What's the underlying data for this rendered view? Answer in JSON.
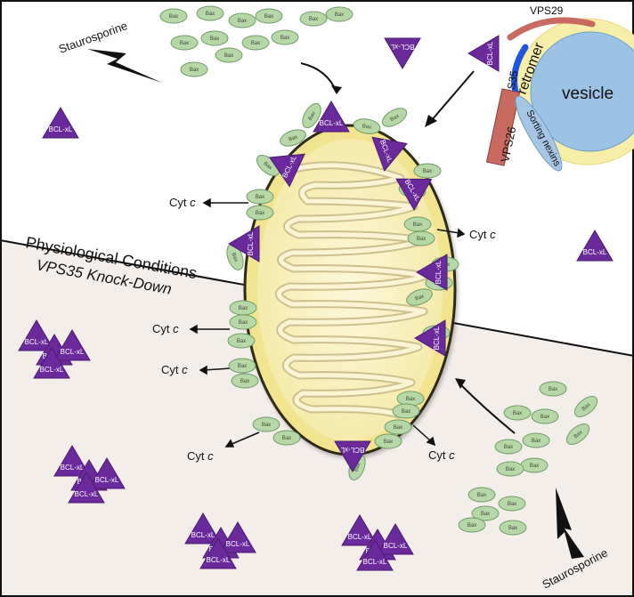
{
  "labels": {
    "physiological": "Physiological Conditions",
    "knockdown": "VPS35 Knock-Down",
    "staurosporine_top": "Staurosporine",
    "staurosporine_bottom": "Staurosporine",
    "vesicle": "vesicle",
    "retromer": "retromer",
    "vps29": "VPS29",
    "vps35": "VPS35",
    "vps26": "VPS26",
    "sorting_nexins": "Sorting nexins",
    "bax": "Bax",
    "bcl": "BCL-xL",
    "cyt": "Cyt",
    "cyt_italic": "c"
  },
  "colors": {
    "knockdown_bg": "#f4eeeb",
    "bax_fill": "#b6d8a7",
    "bax_stroke": "#6f9c65",
    "bcl_fill": "#6b2a9c",
    "mito_outer": "#f2e38f",
    "mito_inner": "#fff0cf",
    "vesicle": "#9cc3e3",
    "vesicle_ring": "#f7efa9",
    "vps35": "#1f54e0",
    "vps26": "#c86a5f",
    "vps29": "#c86a5f",
    "nexin": "#a6c6e6"
  }
}
